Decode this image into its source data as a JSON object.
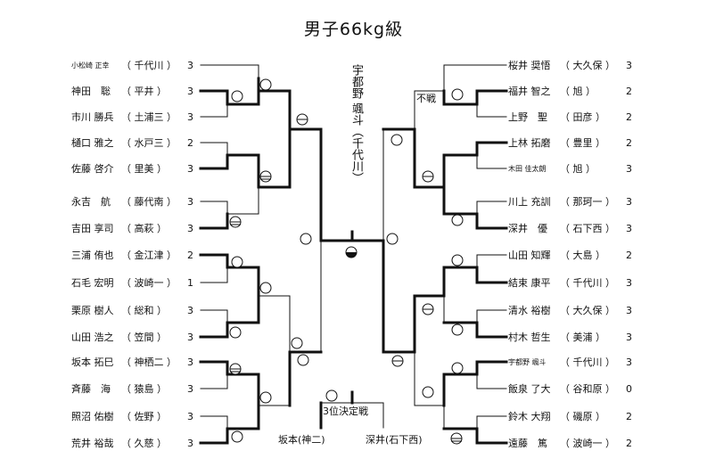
{
  "title": "男子66kg級",
  "champion": "宇都野 颯斗（千代川）",
  "third_place_label": "3位決定戦",
  "third_place_left": "坂本(神二)",
  "third_place_right": "深井(石下西)",
  "walkover_label": "不戦",
  "left_players": [
    {
      "name": "小松崎 正幸",
      "school": "千代川",
      "score": "3",
      "small": true
    },
    {
      "name": "神田　聡",
      "school": "平井",
      "score": "3"
    },
    {
      "name": "市川 勝兵",
      "school": "土浦三",
      "score": "3"
    },
    {
      "name": "樋口 雅之",
      "school": "水戸三",
      "score": "2"
    },
    {
      "name": "佐藤 啓介",
      "school": "里美",
      "score": "3"
    },
    {
      "name": "永吉　航",
      "school": "藤代南",
      "score": "3"
    },
    {
      "name": "吉田 享司",
      "school": "高萩",
      "score": "3"
    },
    {
      "name": "三浦 侑也",
      "school": "金江津",
      "score": "2"
    },
    {
      "name": "石毛 宏明",
      "school": "波崎一",
      "score": "1"
    },
    {
      "name": "栗原 樹人",
      "school": "総和",
      "score": "3"
    },
    {
      "name": "山田 浩之",
      "school": "笠間",
      "score": "3"
    },
    {
      "name": "坂本 拓巳",
      "school": "神栖二",
      "score": "3"
    },
    {
      "name": "斉藤　海",
      "school": "猿島",
      "score": "3"
    },
    {
      "name": "照沼 佑樹",
      "school": "佐野",
      "score": "3"
    },
    {
      "name": "荒井 裕哉",
      "school": "久慈",
      "score": "3"
    }
  ],
  "right_players": [
    {
      "name": "桜井 奨悟",
      "school": "大久保",
      "score": "3"
    },
    {
      "name": "福井 智之",
      "school": "旭",
      "score": "2"
    },
    {
      "name": "上野　聖",
      "school": "田彦",
      "score": "2"
    },
    {
      "name": "上林 拓磨",
      "school": "豊里",
      "score": "2"
    },
    {
      "name": "木田 佳太朗",
      "school": "旭",
      "score": "3",
      "small": true
    },
    {
      "name": "川上 充訓",
      "school": "那珂一",
      "score": "3"
    },
    {
      "name": "深井　優",
      "school": "石下西",
      "score": "3"
    },
    {
      "name": "山田 知輝",
      "school": "大島",
      "score": "2"
    },
    {
      "name": "結束 康平",
      "school": "千代川",
      "score": "3"
    },
    {
      "name": "清水 裕樹",
      "school": "大久保",
      "score": "3"
    },
    {
      "name": "村木 哲生",
      "school": "美浦",
      "score": "3"
    },
    {
      "name": "宇都野 颯斗",
      "school": "千代川",
      "score": "3",
      "small": true
    },
    {
      "name": "飯泉 了大",
      "school": "谷和原",
      "score": "0"
    },
    {
      "name": "鈴木 大翔",
      "school": "磯原",
      "score": "2"
    },
    {
      "name": "遠藤　篤",
      "school": "波崎一",
      "score": "2"
    }
  ]
}
